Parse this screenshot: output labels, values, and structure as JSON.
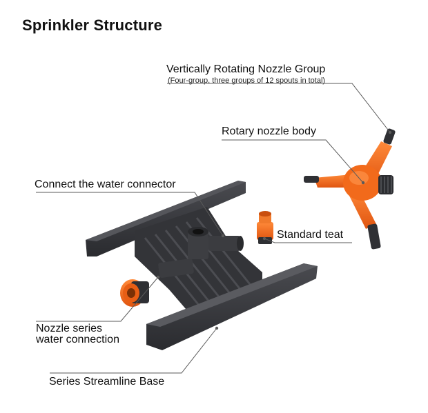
{
  "title": "Sprinkler Structure",
  "labels": {
    "nozzle_group": "Vertically Rotating Nozzle Group",
    "nozzle_group_note": "(Four-group, three groups of 12 spouts in total)",
    "rotary_body": "Rotary nozzle body",
    "water_connector": "Connect the water connector",
    "standard_teat": "Standard teat",
    "nozzle_series_line1": "Nozzle series",
    "nozzle_series_line2": "water connection",
    "base": "Series Streamline Base"
  },
  "colors": {
    "orange": "#f26a1b",
    "dark_gray": "#3a3b3f",
    "leader_line": "#555555"
  }
}
